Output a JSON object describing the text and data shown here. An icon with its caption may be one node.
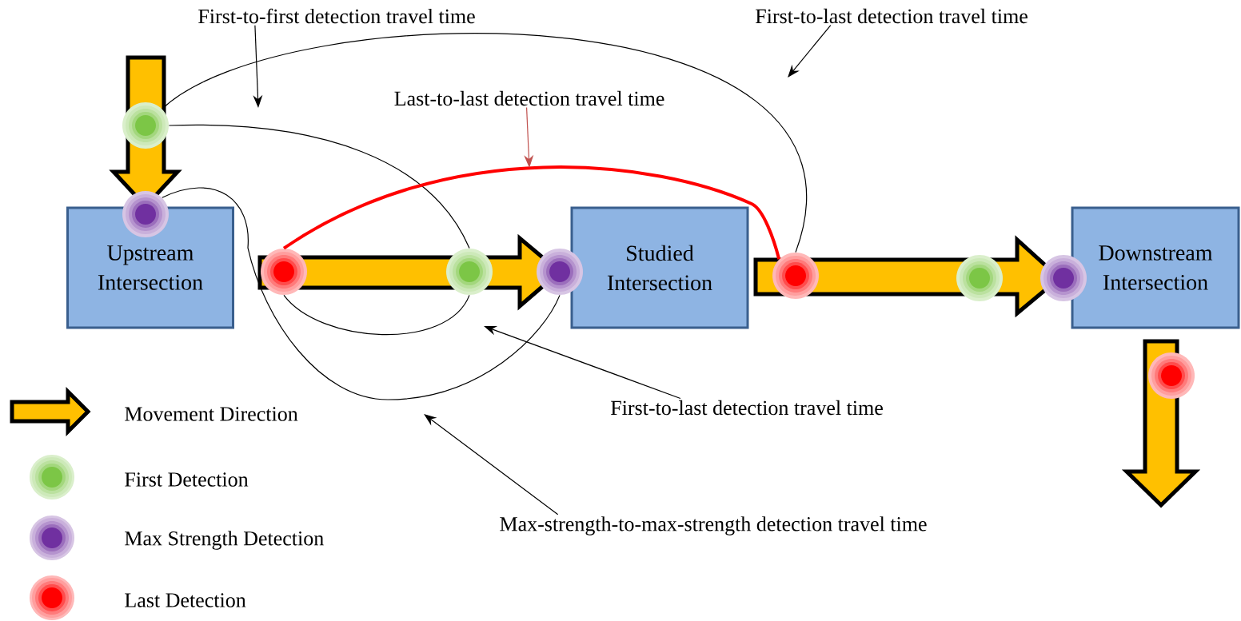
{
  "diagram": {
    "nodes": [
      {
        "text": [
          "Upstream Intersection"
        ]
      },
      {
        "text": [
          "Studied Intersection"
        ]
      },
      {
        "text": [
          "Downstream Intersection"
        ]
      },
      {
        "text": [],
        "shape": "circle"
      },
      {
        "text": [],
        "shape": "circle"
      },
      {
        "text": [],
        "shape": "circle"
      },
      {
        "text": [],
        "shape": "circle"
      },
      {
        "text": [],
        "shape": "circle"
      },
      {
        "text": [],
        "shape": "circle"
      },
      {
        "text": [],
        "shape": "circle"
      },
      {
        "text": [],
        "shape": "circle"
      },
      {
        "text": [],
        "shape": "circle"
      },
      {
        "text": [
          "First-to-first detection travel time"
        ]
      },
      {
        "text": [
          "First-to-last detection travel time"
        ]
      },
      {
        "text": [
          "Last-to-last detection travel time"
        ]
      },
      {
        "text": [
          "First-to-last detection travel time"
        ]
      },
      {
        "text": [
          "Max-strength-to-max-strength detection travel time"
        ]
      }
    ],
    "edges": [
      {
        "from": 3,
        "to": 6,
        "arrow": "none"
      },
      {
        "from": 3,
        "to": 8,
        "arrow": "none"
      },
      {
        "from": 5,
        "to": 8,
        "arrow": "none",
        "style": "thick",
        "color": "#ff0000"
      },
      {
        "from": 5,
        "to": 6,
        "arrow": "none"
      },
      {
        "from": 4,
        "to": 7,
        "arrow": "none"
      },
      {
        "from": 12,
        "to": null,
        "arrow": "to"
      },
      {
        "from": 13,
        "to": null,
        "arrow": "to"
      },
      {
        "from": 14,
        "to": null,
        "arrow": "to",
        "color": "#c0504d"
      },
      {
        "from": 15,
        "to": null,
        "arrow": "to"
      },
      {
        "from": 16,
        "to": null,
        "arrow": "to"
      }
    ],
    "legend": [
      {
        "text": "Movement Direction"
      },
      {
        "text": "First Detection",
        "color": "#7cc646"
      },
      {
        "text": "Max Strength Detection",
        "color": "#7030a0"
      },
      {
        "text": "Last Detection",
        "color": "#ff0000"
      }
    ]
  }
}
